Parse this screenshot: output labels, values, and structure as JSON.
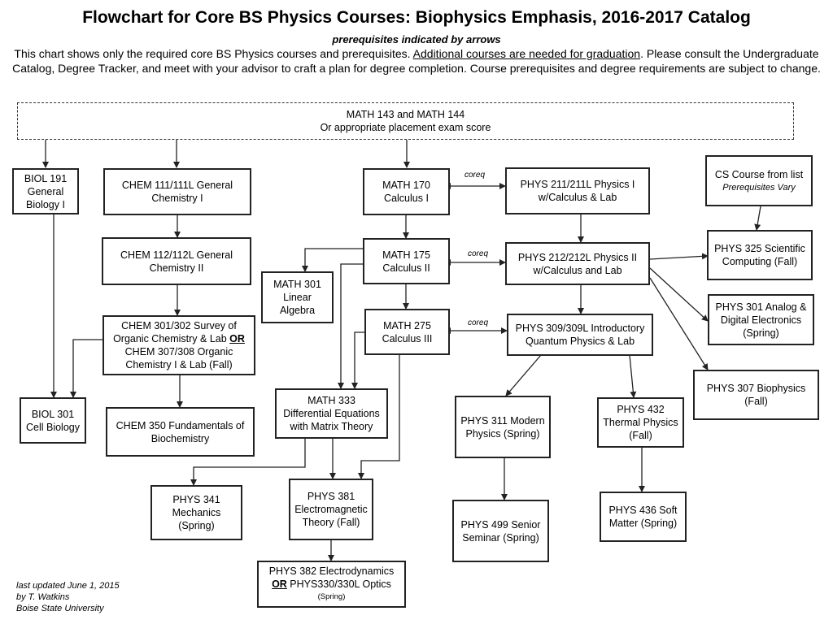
{
  "header": {
    "title": "Flowchart for Core BS Physics Courses: Biophysics Emphasis, 2016-2017 Catalog",
    "subtitle": "prerequisites indicated by arrows",
    "desc_part1": "This chart shows only the required core BS Physics courses and prerequisites. ",
    "desc_underlined": "Additional courses are needed for graduation",
    "desc_part2": ". Please consult the Undergraduate Catalog, Degree Tracker, and meet with your advisor to craft a plan for degree completion. Course prerequisites and degree requirements are subject to change."
  },
  "nodes": {
    "math_top": {
      "line1": "MATH  143 and MATH 144",
      "line2": "Or appropriate placement exam score"
    },
    "biol191": {
      "line1": "BIOL 191",
      "line2": "General",
      "line3": "Biology I"
    },
    "chem111": {
      "line1": "CHEM 111/111L General",
      "line2": "Chemistry I"
    },
    "math170": {
      "line1": "MATH 170",
      "line2": "Calculus I"
    },
    "phys211": {
      "line1": "PHYS 211/211L Physics I",
      "line2": "w/Calculus & Lab"
    },
    "cs": {
      "line1": "CS Course from list",
      "line2": "Prerequisites Vary"
    },
    "chem112": {
      "line1": "CHEM 112/112L General",
      "line2": "Chemistry II"
    },
    "math175": {
      "line1": "MATH 175",
      "line2": "Calculus II"
    },
    "phys212": {
      "line1": "PHYS 212/212L Physics II",
      "line2": "w/Calculus and Lab"
    },
    "phys325": {
      "line1": "PHYS 325 Scientific",
      "line2": "Computing (Fall)"
    },
    "math301": {
      "line1": "MATH 301",
      "line2": "Linear Algebra"
    },
    "phys301": {
      "line1": "PHYS 301 Analog &",
      "line2": "Digital Electronics",
      "line3": "(Spring)"
    },
    "chem301": {
      "line1": "CHEM 301/302 Survey of",
      "line2a": "Organic Chemistry & Lab ",
      "line2b": "OR",
      "line3": "CHEM 307/308 Organic",
      "line4": "Chemistry I & Lab (Fall)"
    },
    "math275": {
      "line1": "MATH 275",
      "line2": "Calculus III"
    },
    "phys309": {
      "line1": "PHYS 309/309L Introductory",
      "line2": "Quantum Physics & Lab"
    },
    "phys307": {
      "line1": "PHYS 307 Biophysics",
      "line2": "(Fall)"
    },
    "biol301": {
      "line1": "BIOL 301",
      "line2": "Cell Biology"
    },
    "chem350": {
      "line1": "CHEM 350 Fundamentals of",
      "line2": "Biochemistry"
    },
    "math333": {
      "line1": "MATH 333",
      "line2": "Differential Equations",
      "line3": "with Matrix Theory"
    },
    "phys311": {
      "line1": "PHYS 311 Modern",
      "line2": "Physics (Spring)"
    },
    "phys432": {
      "line1": "PHYS 432",
      "line2": "Thermal Physics",
      "line3": "(Fall)"
    },
    "phys341": {
      "line1": "PHYS 341",
      "line2": "Mechanics",
      "line3": "(Spring)"
    },
    "phys381": {
      "line1": "PHYS 381",
      "line2": "Electromagnetic",
      "line3": "Theory (Fall)"
    },
    "phys499": {
      "line1": "PHYS 499 Senior",
      "line2": "Seminar (Spring)"
    },
    "phys436": {
      "line1": "PHYS 436 Soft",
      "line2": "Matter (Spring)"
    },
    "phys382": {
      "line1": "PHYS 382 Electrodynamics",
      "line2a": "OR",
      "line2b": " PHYS330/330L Optics",
      "line3": "(Spring)"
    }
  },
  "coreq_label": "coreq",
  "footer": {
    "line1": "last updated June 1, 2015",
    "line2": "by T. Watkins",
    "line3": "Boise State University"
  }
}
